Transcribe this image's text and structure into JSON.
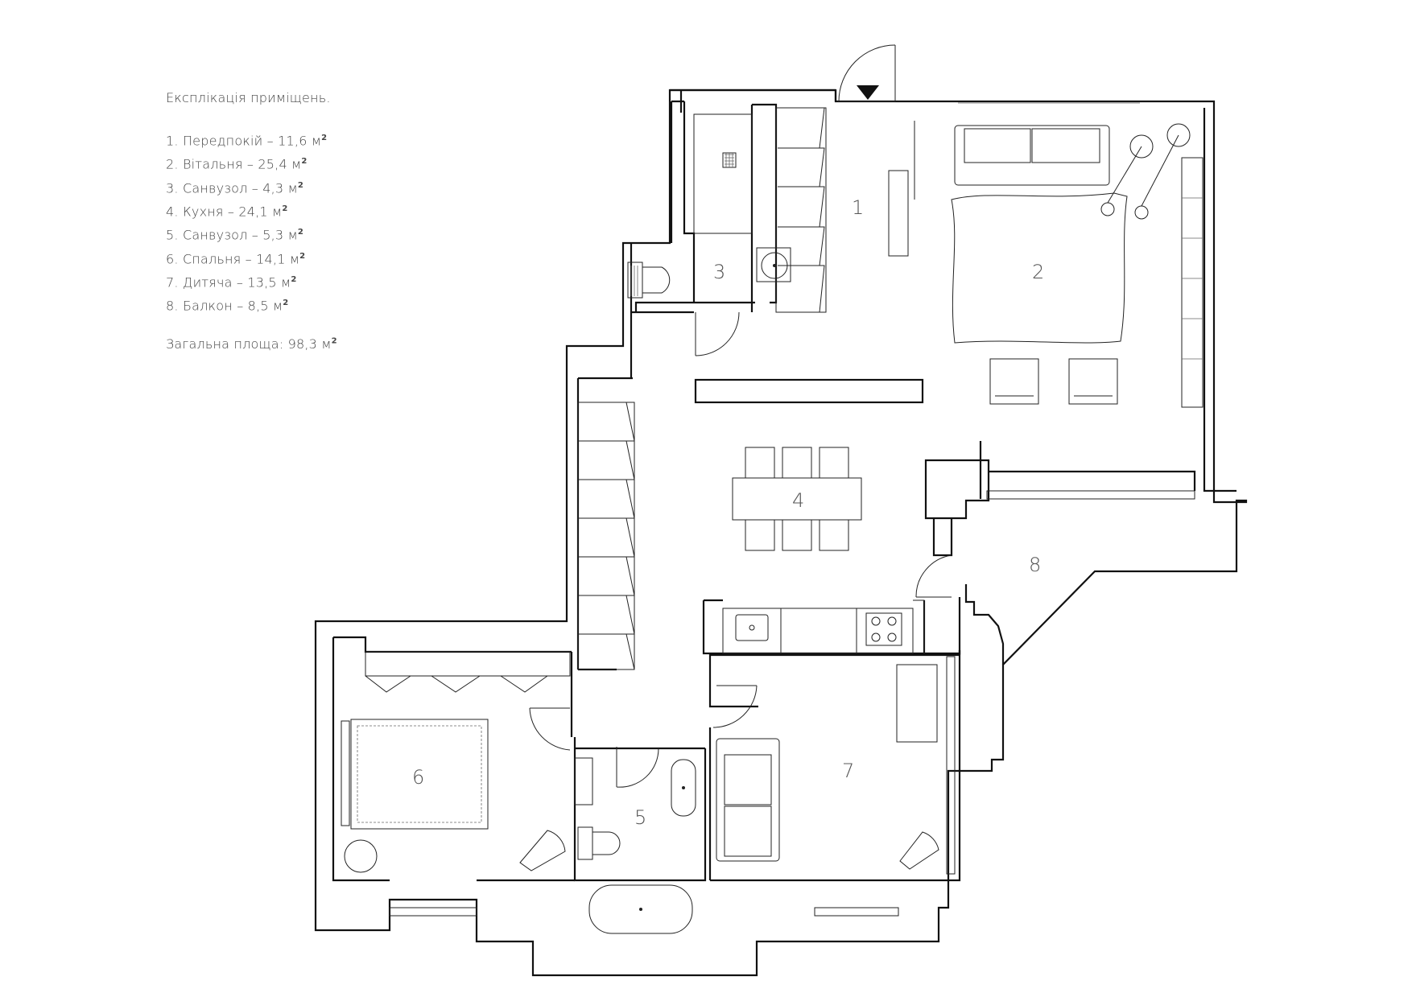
{
  "legend": {
    "title": "Експлікація приміщень.",
    "items": [
      {
        "label": "1. Передпокій – 11,6 м",
        "sup": "2"
      },
      {
        "label": "2. Вітальня – 25,4 м",
        "sup": "2"
      },
      {
        "label": "3. Санвузол – 4,3 м",
        "sup": "2"
      },
      {
        "label": "4. Кухня – 24,1 м",
        "sup": "2"
      },
      {
        "label": "5. Санвузол – 5,3 м",
        "sup": "2"
      },
      {
        "label": "6. Спальня – 14,1 м",
        "sup": "2"
      },
      {
        "label": "7. Дитяча – 13,5 м",
        "sup": "2"
      },
      {
        "label": "8. Балкон – 8,5 м",
        "sup": "2"
      }
    ],
    "total": {
      "label": "Загальна площа: 98,3 м",
      "sup": "2"
    }
  },
  "rooms": {
    "r1": "1",
    "r2": "2",
    "r3": "3",
    "r4": "4",
    "r5": "5",
    "r6": "6",
    "r7": "7",
    "r8": "8"
  }
}
